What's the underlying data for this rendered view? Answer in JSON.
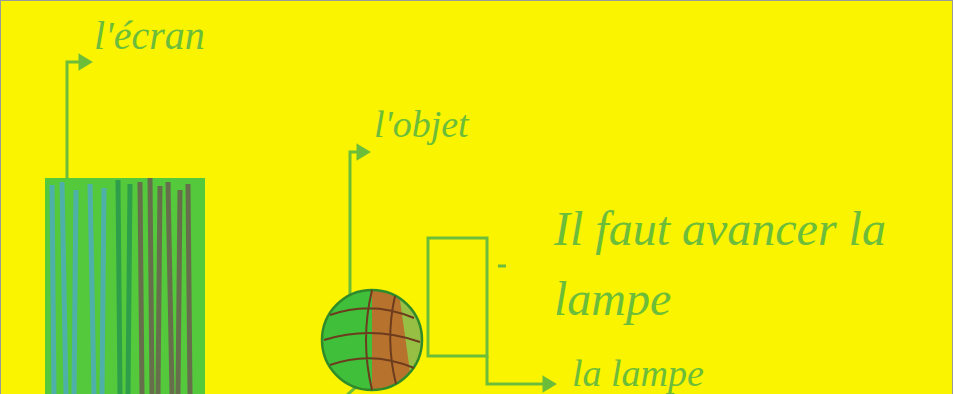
{
  "diagram": {
    "labels": [
      "l'écran",
      "l'objet",
      "Il faut avancer la lampe",
      "la lampe"
    ]
  }
}
